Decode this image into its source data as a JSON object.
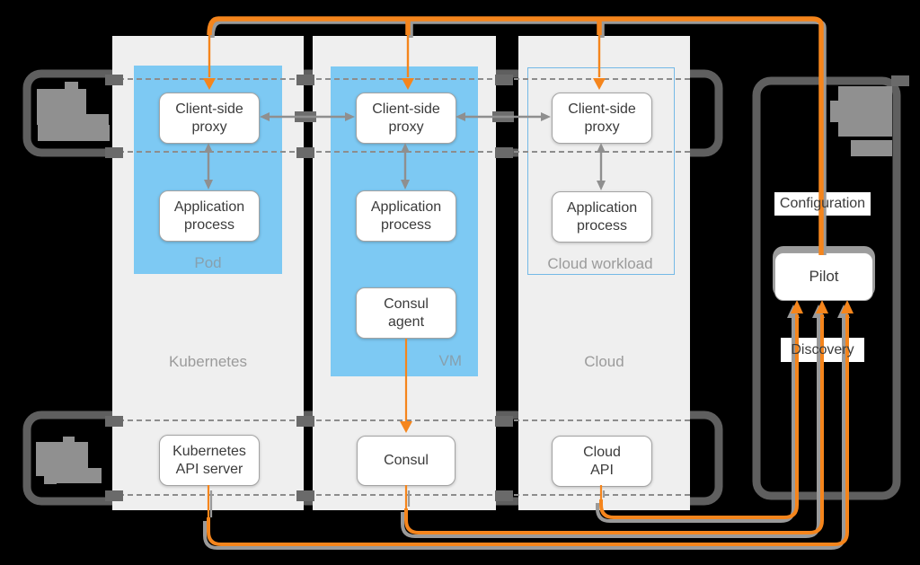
{
  "columns": [
    {
      "platform": "Kubernetes",
      "workload": "Pod",
      "proxy": "Client-side\nproxy",
      "app": "Application\nprocess",
      "registry": "Kubernetes\nAPI server"
    },
    {
      "platform": "VM",
      "workload": "VM",
      "proxy": "Client-side\nproxy",
      "app": "Application\nprocess",
      "agent": "Consul\nagent",
      "registry": "Consul"
    },
    {
      "platform": "Cloud",
      "workload": "Cloud workload",
      "proxy": "Client-side\nproxy",
      "app": "Application\nprocess",
      "registry": "Cloud\nAPI"
    }
  ],
  "control_plane": {
    "pilot": "Pilot",
    "configuration": "Configuration",
    "discovery": "Discovery"
  },
  "colors": {
    "accent_orange": "#f5851c",
    "panel_blue": "#7dc9f3",
    "column_bg": "#efefef",
    "bracket_gray": "#5f5f5f",
    "connector_gray": "#8f8f8f"
  }
}
